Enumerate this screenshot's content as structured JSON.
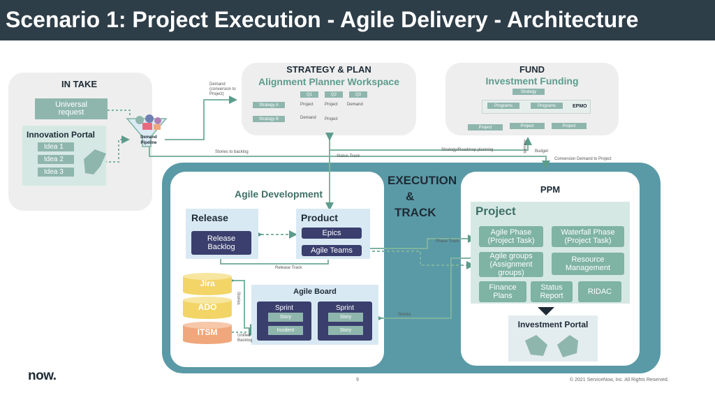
{
  "slide": {
    "title": "Scenario 1: Project Execution - Agile Delivery - Architecture",
    "page_number": "9",
    "copyright": "© 2021 ServiceNow, Inc. All Rights Reserved.",
    "logo_text": "now."
  },
  "intake": {
    "title": "IN TAKE",
    "universal_request": "Universal request",
    "innovation_portal": "Innovation Portal",
    "ideas": [
      "Idea 1",
      "Idea 2",
      "Idea 3"
    ],
    "demand_pipeline": "Demand Pipeline"
  },
  "strategy": {
    "title": "STRATEGY & PLAN",
    "subtitle": "Alignment Planner Workspace",
    "quarters": [
      "Q1",
      "Q2",
      "Q3"
    ],
    "row_a": "Strategy A",
    "row_b": "Strategy B",
    "row_a_items": [
      "Project",
      "Project",
      "Demand"
    ],
    "row_b_items": [
      "Demand",
      "Project"
    ]
  },
  "fund": {
    "title": "FUND",
    "subtitle": "Investment Funding",
    "strategy": "Strategy",
    "programs": [
      "Programs",
      "Programs"
    ],
    "epmo": "EPMO",
    "projects": [
      "Project",
      "Project",
      "Project"
    ]
  },
  "execution": {
    "title_lines": [
      "EXECUTION",
      "&",
      "TRACK"
    ]
  },
  "agile": {
    "title": "Agile Development",
    "release": "Release",
    "release_backlog": "Release Backlog",
    "product": "Product",
    "epics": "Epics",
    "agile_teams": "Agile Teams",
    "tools": [
      "Jira",
      "ADO",
      "ITSM"
    ],
    "agile_board": "Agile Board",
    "sprint1": {
      "title": "Sprint",
      "items": [
        "Story",
        "Incident"
      ]
    },
    "sprint2": {
      "title": "Sprint",
      "items": [
        "Story",
        "Story"
      ]
    }
  },
  "ppm": {
    "title": "PPM",
    "project": "Project",
    "cells": [
      "Agile Phase (Project Task)",
      "Waterfall Phase (Project Task)",
      "Agile groups (Assignment groups)",
      "Resource Management",
      "Finance Plans",
      "Status Report",
      "RIDAC"
    ],
    "investment_portal": "Investment Portal"
  },
  "connectors": {
    "demand_conversion": "Demand (conversion to Project)",
    "stories_to_backlog": "Stories to backlog",
    "status_track": "Status Track",
    "strategy_roadmap": "Strategy/Roadmap planning",
    "actuals": "Actuals",
    "budget": "Budget",
    "conversion_demand": "Conversion Demand to Project",
    "release_track": "Release Track",
    "phase_track": "Phase Track",
    "stories_left": "Stories",
    "stories_right": "Stories",
    "unified_backlog": "Unified Backlog"
  },
  "colors": {
    "title_bar": "#2e3e49",
    "execution_bg": "#5a9aa6",
    "teal": "#8fb6ad",
    "navy": "#3a3f6e",
    "jira": "#f2d566",
    "itsm": "#f0a77c"
  }
}
